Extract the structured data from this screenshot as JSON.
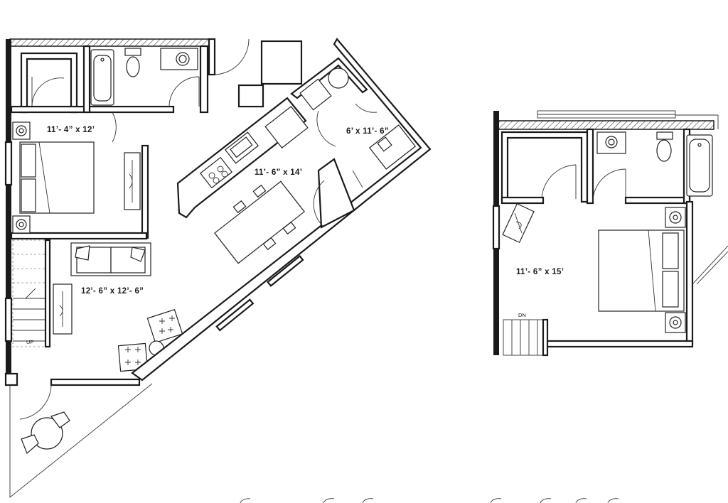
{
  "rooms": {
    "bedroom": "11’- 4” x 12’",
    "bath_closet": "6’ x 11’- 6”",
    "kitchen_dining": "11’- 6” x 14’",
    "living": "12’- 6” x 12’- 6”",
    "loft_bedroom": "11’- 6” x 15’"
  },
  "stairs": {
    "up": "UP",
    "down": "DN"
  }
}
